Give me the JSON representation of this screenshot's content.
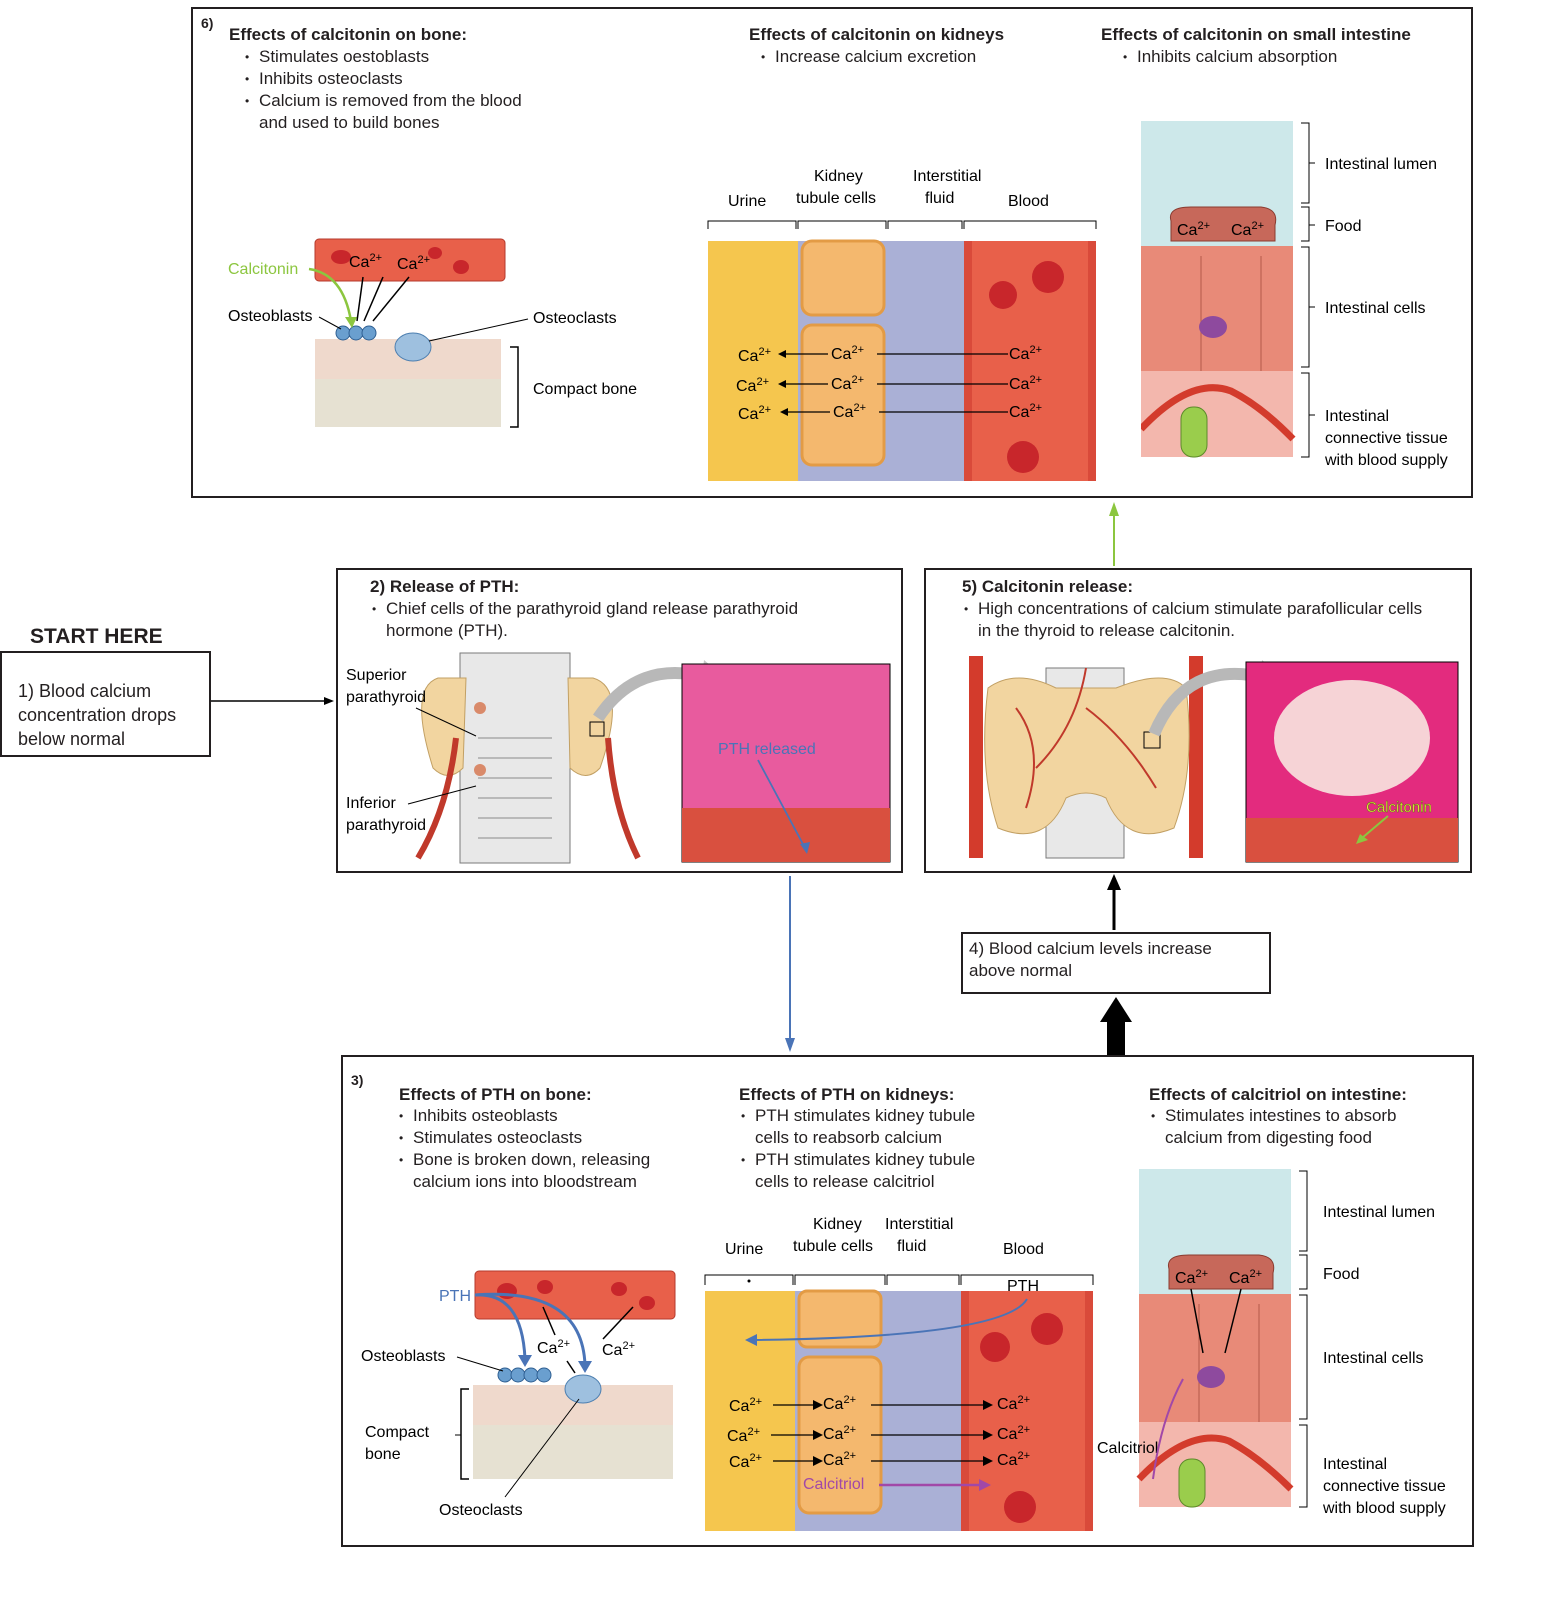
{
  "start": {
    "heading": "START HERE",
    "step1": [
      "1) Blood calcium",
      "concentration drops",
      "below normal"
    ]
  },
  "step2": {
    "title": "2) Release of PTH:",
    "bullets": [
      "Chief cells of the parathyroid gland release parathyroid",
      "hormone (PTH)."
    ],
    "superior": [
      "Superior",
      "parathyroid"
    ],
    "inferior": [
      "Inferior",
      "parathyroid"
    ],
    "pth_released": "PTH released"
  },
  "step3": {
    "number": "3)",
    "bone": {
      "title": "Effects of PTH on bone:",
      "bullets": [
        "Inhibits osteoblasts",
        "Stimulates osteoclasts",
        "Bone is broken down, releasing"
      ],
      "bullet_cont": "calcium ions into bloodstream",
      "pth": "PTH",
      "osteoblasts": "Osteoblasts",
      "compact_bone": [
        "Compact",
        "bone"
      ],
      "osteoclasts": "Osteoclasts"
    },
    "kidneys": {
      "title": "Effects of PTH on kidneys:",
      "bullets": [
        "PTH stimulates kidney tubule",
        "PTH stimulates kidney tubule"
      ],
      "bullet_conts": [
        "cells to reabsorb calcium",
        "cells to release calcitriol"
      ],
      "urine": "Urine",
      "tubule": [
        "Kidney",
        "tubule cells"
      ],
      "interstitial": [
        "Interstitial",
        "fluid"
      ],
      "blood": "Blood",
      "pth": "PTH",
      "calcitriol": "Calcitriol"
    },
    "intestine": {
      "title": "Effects of calcitriol on intestine:",
      "bullets": [
        "Stimulates intestines to absorb"
      ],
      "bullet_cont": "calcium from digesting food",
      "lumen": "Intestinal lumen",
      "food": "Food",
      "cells": "Intestinal cells",
      "connective": [
        "Intestinal",
        "connective tissue",
        "with blood supply"
      ],
      "calcitriol": "Calcitriol"
    }
  },
  "step4": {
    "lines": [
      "4) Blood calcium levels increase",
      "above normal"
    ]
  },
  "step5": {
    "title": "5) Calcitonin release:",
    "bullets": [
      "High concentrations of calcium stimulate parafollicular cells"
    ],
    "bullet_cont": "in the thyroid to release calcitonin.",
    "calcitonin": "Calcitonin"
  },
  "step6": {
    "number": "6)",
    "bone": {
      "title": "Effects of calcitonin on bone:",
      "bullets": [
        "Stimulates oestoblasts",
        "Inhibits osteoclasts",
        "Calcium is removed from the blood"
      ],
      "bullet_cont": "and used to build bones",
      "calcitonin": "Calcitonin",
      "osteoblasts": "Osteoblasts",
      "osteoclasts": "Osteoclasts",
      "compact_bone": "Compact bone"
    },
    "kidneys": {
      "title": "Effects of calcitonin on kidneys",
      "bullets": [
        "Increase calcium excretion"
      ],
      "urine": "Urine",
      "tubule": [
        "Kidney",
        "tubule cells"
      ],
      "interstitial": [
        "Interstitial",
        "fluid"
      ],
      "blood": "Blood"
    },
    "intestine": {
      "title": "Effects of calcitonin on small intestine",
      "bullets": [
        "Inhibits calcium absorption"
      ],
      "lumen": "Intestinal lumen",
      "food": "Food",
      "cells": "Intestinal cells",
      "connective": [
        "Intestinal",
        "connective tissue",
        "with blood supply"
      ]
    }
  },
  "ion": {
    "base": "Ca",
    "charge": "2+"
  },
  "colors": {
    "urine": "#f5c64e",
    "tubule": "#f4b86e",
    "interstitial": "#aab0d6",
    "blood": "#e8604a",
    "rbc": "#c8262b",
    "lumen": "#cde8ea",
    "intestinal_cells": "#e88a78",
    "connective": "#f3b7ad",
    "bone": "#e6e1d2",
    "pth_arrow": "#4a74b7",
    "calcitonin_arrow": "#8cc63f",
    "calcitriol": "#a148a8",
    "thyroid": "#f2d5a0",
    "pink_tissue": "#e85b9e"
  }
}
